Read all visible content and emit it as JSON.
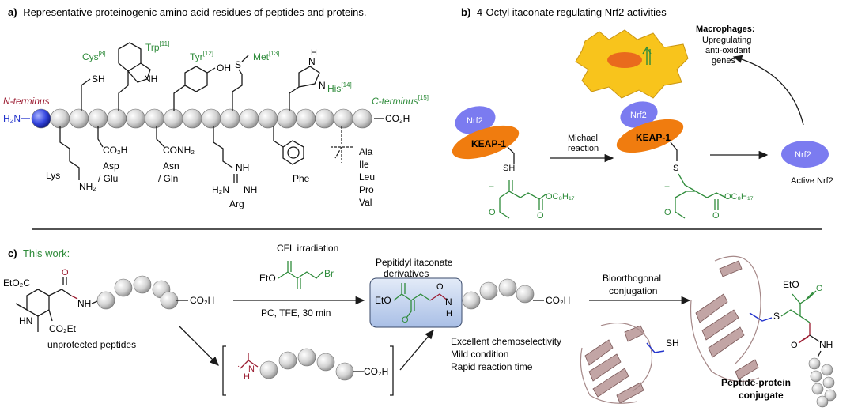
{
  "panel_a": {
    "title_bold": "a)",
    "title": "Representative proteinogenic amino acid residues of peptides and proteins.",
    "n_terminus": "N-terminus",
    "n_group": "H₂N",
    "c_terminus": "C-terminus",
    "c_ref": "[15]",
    "c_group": "CO₂H",
    "top_labels": [
      {
        "name": "Cys",
        "ref": "[8]"
      },
      {
        "name": "Trp",
        "ref": "[11]"
      },
      {
        "name": "Tyr",
        "ref": "[12]"
      },
      {
        "name": "Met",
        "ref": "[13]"
      },
      {
        "name": "His",
        "ref": "[14]"
      }
    ],
    "cys_sh": "SH",
    "tyr_oh": "OH",
    "met_s": "S",
    "trp_nh": "NH",
    "his_h": "H",
    "his_n1": "N",
    "his_n2": "N",
    "lys": "Lys",
    "lys_nh2": "NH₂",
    "asp_group": "CO₂H",
    "asp": "Asp",
    "asp2": "/ Glu",
    "asn_group": "CONH₂",
    "asn": "Asn",
    "asn2": "/ Gln",
    "arg_nh": "NH",
    "arg_h2n": "H₂N",
    "arg_nh2": "NH",
    "arg": "Arg",
    "phe": "Phe",
    "others": [
      "Ala",
      "Ile",
      "Leu",
      "Pro",
      "Val"
    ]
  },
  "panel_b": {
    "title_bold": "b)",
    "title": "4-Octyl itaconate regulating Nrf2 activities",
    "macrophages_title": "Macrophages:",
    "macrophages_lines": [
      "Upregulating",
      "anti-oxidant",
      "genes"
    ],
    "nrf2": "Nrf2",
    "keap1": "KEAP-1",
    "sh": "SH",
    "s": "S",
    "michael1": "Michael",
    "michael2": "reaction",
    "active_nrf2": "Active Nrf2",
    "octyl": "OC₈H₁₇",
    "minus": "−",
    "o": "O"
  },
  "panel_c": {
    "title_bold": "c)",
    "title": "This work:",
    "cfl": "CFL irradiation",
    "eto": "EtO",
    "br": "Br",
    "conditions": "PC, TFE, 30 min",
    "eto2c": "EtO₂C",
    "co2et": "CO₂Et",
    "hn": "HN",
    "nh": "NH",
    "h": "H",
    "n": "N",
    "co2h": "CO₂H",
    "unprotected": "unprotected peptides",
    "itaconate_title1": "Pepitidyl itaconate",
    "itaconate_title2": "derivatives",
    "o": "O",
    "features": [
      "Excellent chemoselectivity",
      "Mild condition",
      "Rapid reaction time"
    ],
    "bioortho1": "Bioorthogonal",
    "bioortho2": "conjugation",
    "sh": "SH",
    "s": "S",
    "conjugate1": "Peptide-protein",
    "conjugate2": "conjugate"
  },
  "colors": {
    "green": "#2e8b3a",
    "red": "#9b1b30",
    "blue": "#2233cc",
    "orange": "#f07c0f",
    "purple": "#7b7bf0",
    "yellow": "#f8c41c",
    "box": "#c8d6f0"
  }
}
